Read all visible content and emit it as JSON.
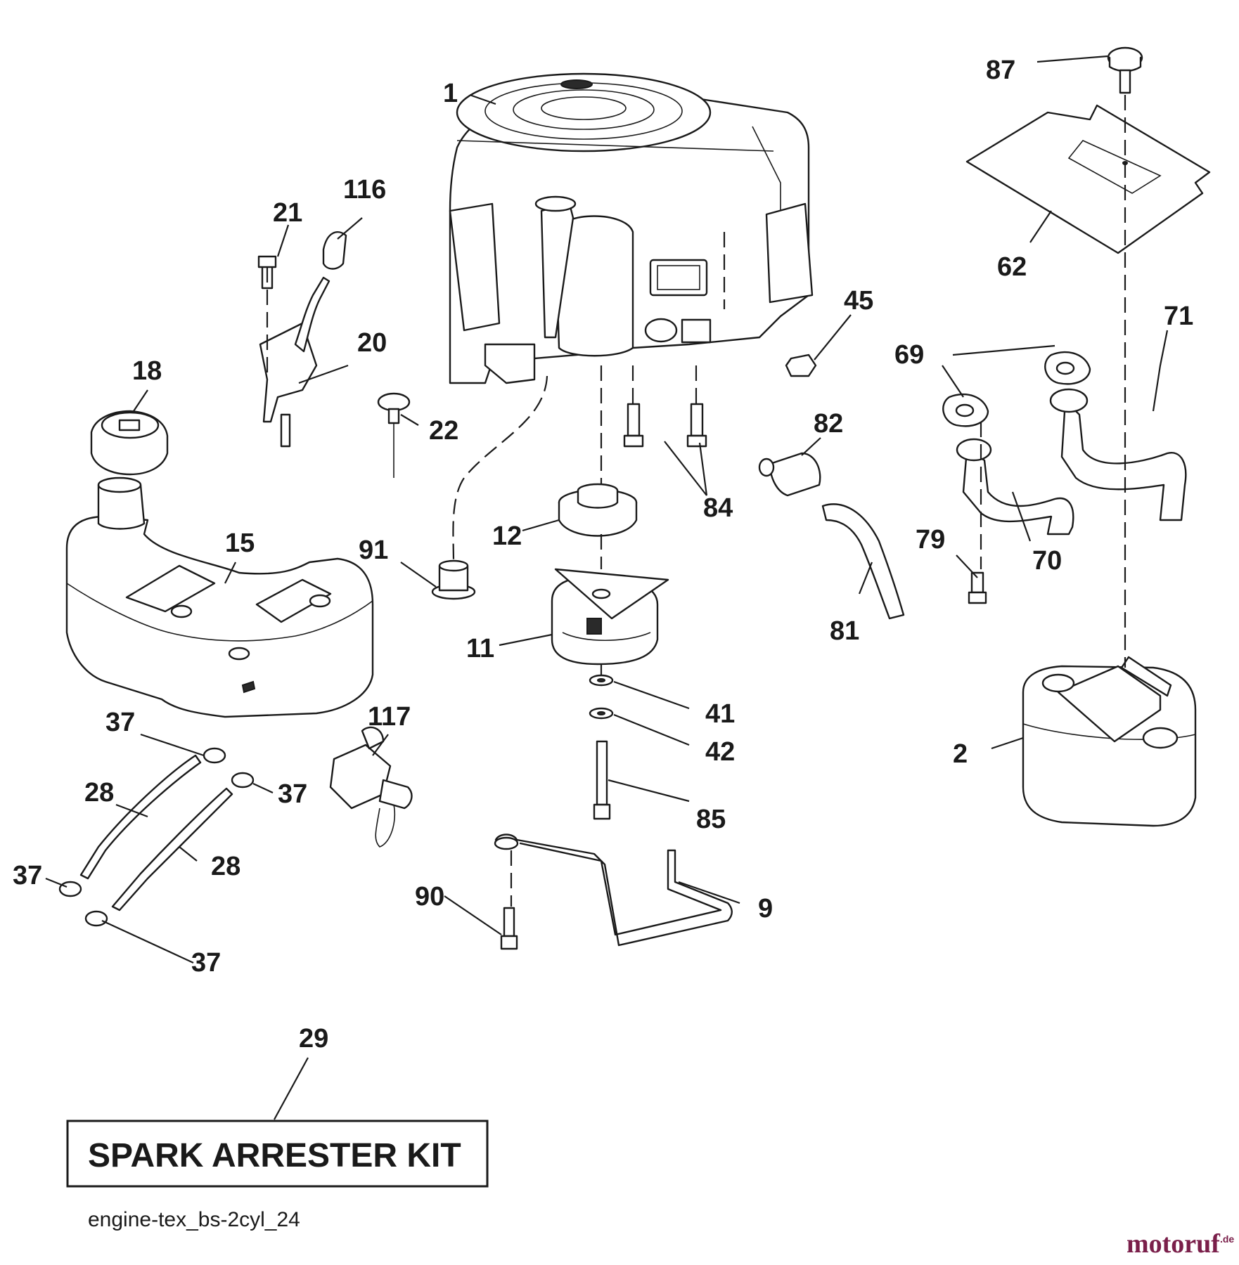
{
  "diagram": {
    "code": "engine-tex_bs-2cyl_24",
    "kit_label": "SPARK ARRESTER KIT",
    "watermark": {
      "brand": "motoruf",
      "tld": ".de",
      "color": "#7a1f4a"
    },
    "parts": {
      "p1": "1",
      "p2": "2",
      "p9": "9",
      "p11": "11",
      "p12": "12",
      "p15": "15",
      "p18": "18",
      "p20": "20",
      "p21": "21",
      "p22": "22",
      "p28a": "28",
      "p28b": "28",
      "p29": "29",
      "p37a": "37",
      "p37b": "37",
      "p37c": "37",
      "p37d": "37",
      "p41": "41",
      "p42": "42",
      "p45": "45",
      "p62": "62",
      "p69": "69",
      "p70": "70",
      "p71": "71",
      "p79": "79",
      "p81": "81",
      "p82": "82",
      "p84": "84",
      "p85": "85",
      "p87": "87",
      "p90": "90",
      "p91": "91",
      "p116": "116",
      "p117": "117"
    }
  }
}
